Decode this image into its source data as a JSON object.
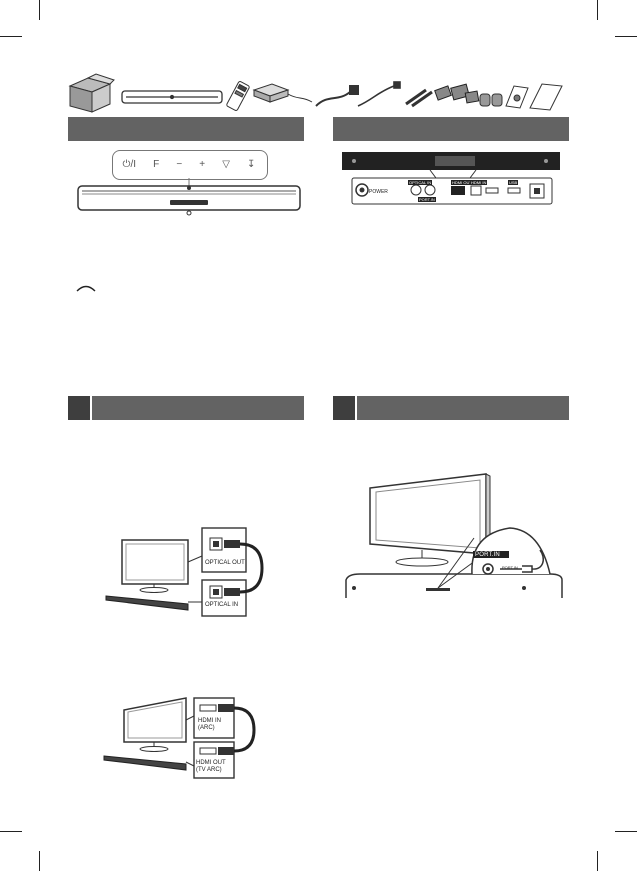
{
  "front_panel": {
    "buttons": [
      "⏻/I",
      "F",
      "−",
      "+",
      "▽",
      "↧"
    ]
  },
  "rear_panel": {
    "labels": [
      "POWER",
      "OPTICAL IN",
      "PORT.IN",
      "HDMI OUT",
      "HDMI IN",
      "USB"
    ]
  },
  "optical_diagram": {
    "tv_port": "OPTICAL OUT",
    "bar_port": "OPTICAL IN"
  },
  "hdmi_diagram": {
    "tv_port": "HDMI IN (ARC)",
    "bar_port": "HDMI OUT (TV ARC)"
  },
  "portable_diagram": {
    "device_port": "PORT.IN",
    "plug_label": "PORT.IN"
  }
}
